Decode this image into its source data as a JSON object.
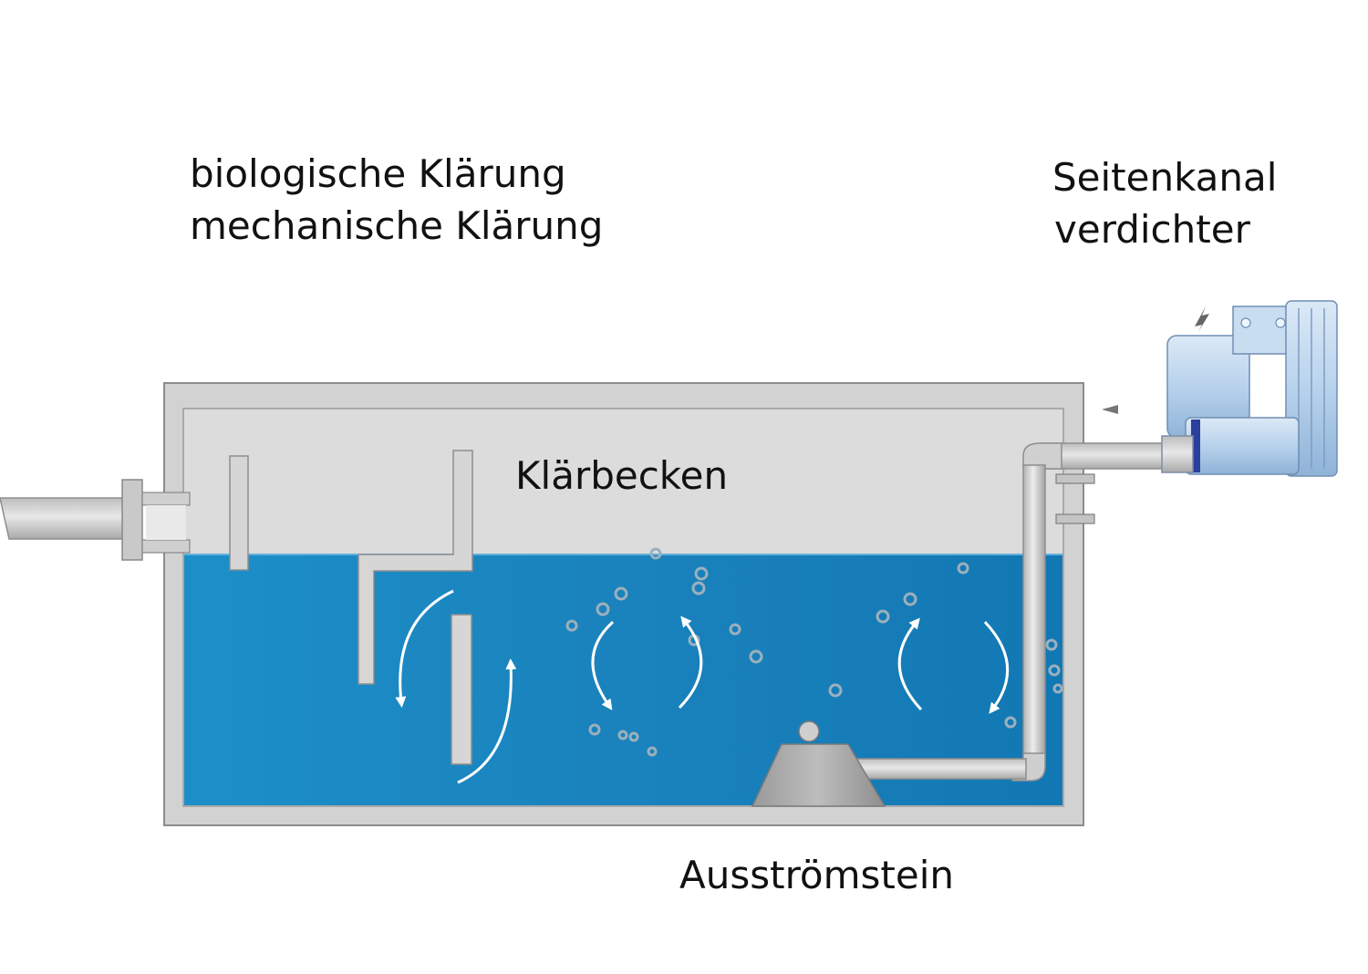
{
  "labels": {
    "top_line1": "biologische Klärung",
    "top_line2": "mechanische Klärung",
    "blower_line1": "Seitenkanal",
    "blower_line2": "verdichter",
    "basin": "Klärbecken",
    "diffuser": "Ausströmstein"
  },
  "colors": {
    "water": "#1a8ac5",
    "water_light": "#3fa7d8",
    "concrete": "#d2d2d2",
    "wall_stroke": "#8c8c8c",
    "pipe": "#c4c4c4",
    "blower_blue": "#bcd6ee",
    "blower_accent": "#2b3f9c",
    "arrow": "#ffffff",
    "bubble": "#9bb0bd"
  }
}
